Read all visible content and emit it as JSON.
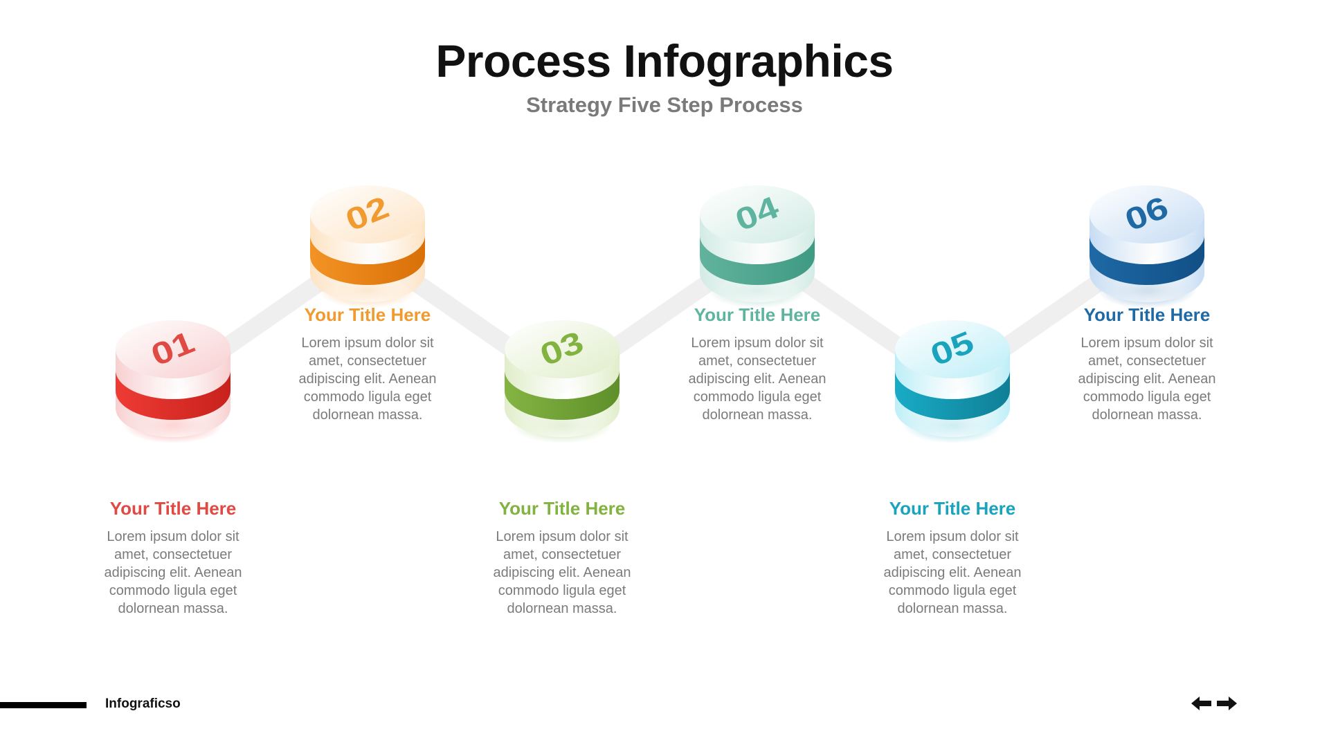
{
  "header": {
    "title": "Process Infographics",
    "subtitle": "Strategy Five Step Process"
  },
  "steps": [
    {
      "number": "01",
      "title": "Your Title  Here",
      "desc": "Lorem ipsum dolor sit amet, consectetuer adipiscing elit. Aenean commodo ligula eget dolornean massa.",
      "color": "#e04a44",
      "light": "#f8cfd0",
      "dark": "#c8211c",
      "mid": "#ee3b34"
    },
    {
      "number": "02",
      "title": "Your Title  Here",
      "desc": "Lorem ipsum dolor sit amet, consectetuer adipiscing elit. Aenean commodo ligula eget dolornean massa.",
      "color": "#f09a30",
      "light": "#fde3c4",
      "dark": "#d97008",
      "mid": "#f39324"
    },
    {
      "number": "03",
      "title": "Your Title  Here",
      "desc": "Lorem ipsum dolor sit amet, consectetuer adipiscing elit. Aenean commodo ligula eget dolornean massa.",
      "color": "#82b341",
      "light": "#e0edc9",
      "dark": "#5e8f2a",
      "mid": "#84b442"
    },
    {
      "number": "04",
      "title": "Your Title  Here",
      "desc": "Lorem ipsum dolor sit amet, consectetuer adipiscing elit. Aenean commodo ligula eget dolornean massa.",
      "color": "#5fb4a0",
      "light": "#d2ebe4",
      "dark": "#3f9a83",
      "mid": "#62b39d"
    },
    {
      "number": "05",
      "title": "Your Title  Here",
      "desc": "Lorem ipsum dolor sit amet, consectetuer adipiscing elit. Aenean commodo ligula eget dolornean massa.",
      "color": "#1aa3bd",
      "light": "#bdeef7",
      "dark": "#0f7f96",
      "mid": "#19abc6"
    },
    {
      "number": "06",
      "title": "Your Title  Here",
      "desc": "Lorem ipsum dolor sit amet, consectetuer adipiscing elit. Aenean commodo ligula eget dolornean massa.",
      "color": "#1f6aa5",
      "light": "#c6dcf3",
      "dark": "#114f85",
      "mid": "#1e69a6"
    }
  ],
  "footer": {
    "brand": "Infograficso",
    "prev_icon": "arrow-left-icon",
    "next_icon": "arrow-right-icon"
  }
}
